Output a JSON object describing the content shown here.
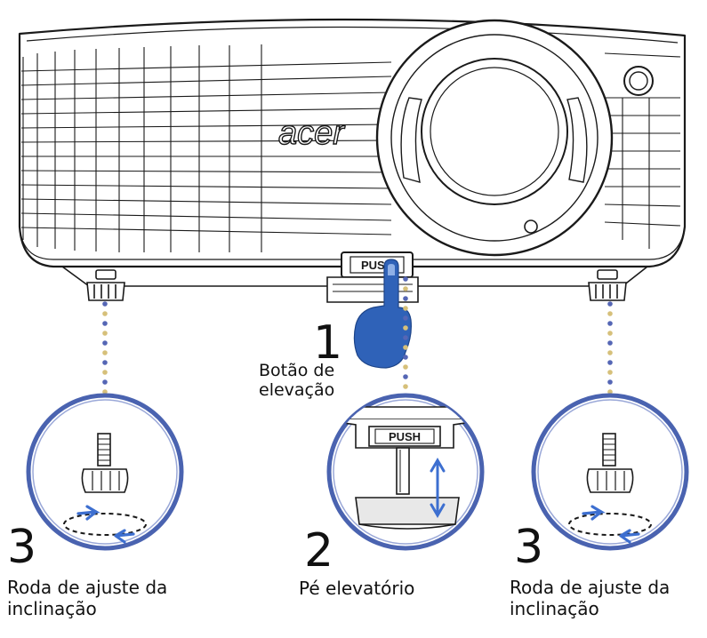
{
  "brand_logo_text": "acer",
  "push_button_label": "PUSH",
  "callouts": [
    {
      "number": "1",
      "label": "Botão de\nelevação"
    },
    {
      "number": "2",
      "label": "Pé elevatório"
    },
    {
      "number": "3",
      "label": "Roda de ajuste da\ninclinação"
    }
  ],
  "colors": {
    "line": "#1a1a1a",
    "hand": "#2f62b8",
    "circle": "#4a63b0",
    "dots_blue": "#5566b5",
    "dots_gold": "#d6c07a",
    "arrow": "#3d6fd0"
  }
}
